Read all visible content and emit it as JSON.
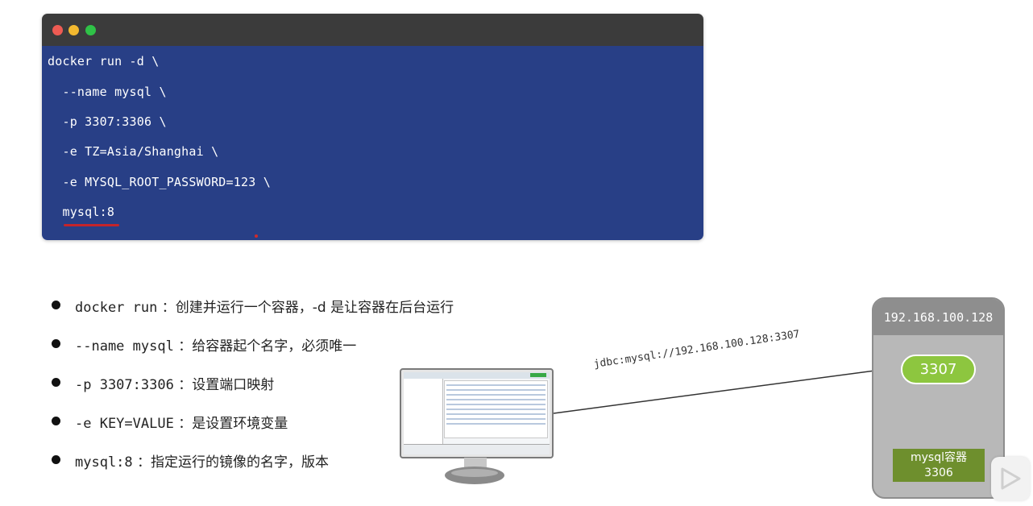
{
  "terminal": {
    "lines": [
      "docker run -d \\",
      "  --name mysql \\",
      "  -p 3307:3306 \\",
      "  -e TZ=Asia/Shanghai \\",
      "  -e MYSQL_ROOT_PASSWORD=123 \\",
      "  mysql:8"
    ]
  },
  "bullets": [
    {
      "code": "docker run",
      "desc": "：创建并运行一个容器，-d 是让容器在后台运行"
    },
    {
      "code": "--name mysql",
      "desc": "：给容器起个名字，必须唯一"
    },
    {
      "code": "-p 3307:3306",
      "desc": "：设置端口映射"
    },
    {
      "code": "-e KEY=VALUE",
      "desc": "：是设置环境变量"
    },
    {
      "code": "mysql:8",
      "desc": "：指定运行的镜像的名字，版本"
    }
  ],
  "diagram": {
    "jdbc_url": "jdbc:mysql://192.168.100.128:3307",
    "host_ip": "192.168.100.128",
    "host_port": "3307",
    "container_name": "mysql容器",
    "container_port": "3306"
  },
  "colors": {
    "terminal_bg": "#283f86",
    "port_green": "#8dc63f",
    "container_green": "#6e8f2d",
    "underline_red": "#c4242a"
  },
  "icons": [
    "window-close-dot",
    "window-minimize-dot",
    "window-maximize-dot",
    "monitor-icon",
    "play-icon"
  ]
}
